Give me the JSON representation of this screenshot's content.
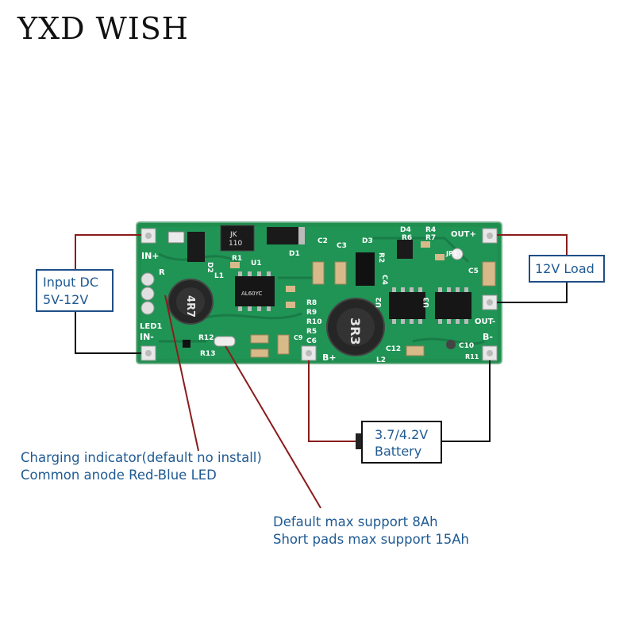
{
  "brand": "YXD WISH",
  "labels": {
    "input": [
      "Input DC",
      "5V-12V"
    ],
    "load": "12V Load",
    "battery": [
      "3.7/4.2V",
      "Battery"
    ]
  },
  "notes": {
    "charging": [
      "Charging indicator(default no install)",
      "Common anode Red-Blue LED"
    ],
    "capacity": [
      "Default max support 8Ah",
      "Short pads max support 15Ah"
    ]
  },
  "pcb": {
    "pins": {
      "in_plus": "IN+",
      "in_minus": "IN-",
      "led": "LED1",
      "out_plus": "OUT+",
      "out_minus": "OUT-",
      "b_plus": "B+",
      "b_minus": "B-"
    },
    "components": {
      "d2": "D2",
      "l1": "L1",
      "r": "R",
      "r1": "R1",
      "u1": "U1",
      "d1": "D1",
      "c2": "C2",
      "c3": "C3",
      "d3": "D3",
      "d4": "D4",
      "r4": "R4",
      "r6": "R6",
      "r7": "R7",
      "r2": "R2",
      "jp1": "JP1",
      "c5": "C5",
      "c4": "C4",
      "r8": "R8",
      "r9": "R9",
      "r10": "R10",
      "r5": "R5",
      "c6": "C6",
      "c9": "C9",
      "r12": "R12",
      "r13": "R13",
      "u2": "U2",
      "u3": "U3",
      "c12": "C12",
      "l2": "L2",
      "c10": "C10",
      "r11": "R11"
    },
    "chip_marks": {
      "jk": "JK",
      "jk_code": "110",
      "inductor_small": "4R7",
      "inductor_large": "3R3",
      "u1_mark": "AL60YC"
    }
  },
  "colors": {
    "pcb": "#1e8f4e",
    "pcb_edge": "#6fae89",
    "wire": "#8a1c1c",
    "note_text": "#1f5a93",
    "label_border": "#1f4f86"
  }
}
